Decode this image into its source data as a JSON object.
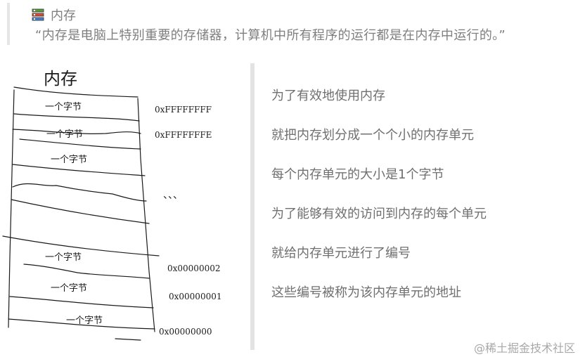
{
  "quote": {
    "title": "内存",
    "body": "“内存是电脑上特别重要的存储器，计算机中所有程序的运行都是在内存中运行的。”",
    "icon": "books-icon"
  },
  "sketch": {
    "heading": "内存",
    "cells": [
      {
        "label": "一个字节",
        "address": "0xFFFFFFFF"
      },
      {
        "label": "一个字节",
        "address": "0xFFFFFFFE"
      },
      {
        "label": "一个字节",
        "address": ""
      },
      {
        "label": "一个字节",
        "address": "0x00000002"
      },
      {
        "label": "一个字节",
        "address": "0x00000001"
      },
      {
        "label": "一个字节",
        "address": "0x00000000"
      }
    ],
    "ellipsis": "、、、"
  },
  "notes": [
    "为了有效地使用内存",
    "就把内存划分成一个个小的内存单元",
    "每个内存单元的大小是1个字节",
    "为了能够有效的访问到内存的每个单元",
    "就给内存单元进行了编号",
    "这些编号被称为该内存单元的地址"
  ],
  "watermark": "@稀土掘金技术社区",
  "colors": {
    "text": "#6f6f6f",
    "quote_bar": "#e6e6e6",
    "ink": "#1a1a1a"
  }
}
